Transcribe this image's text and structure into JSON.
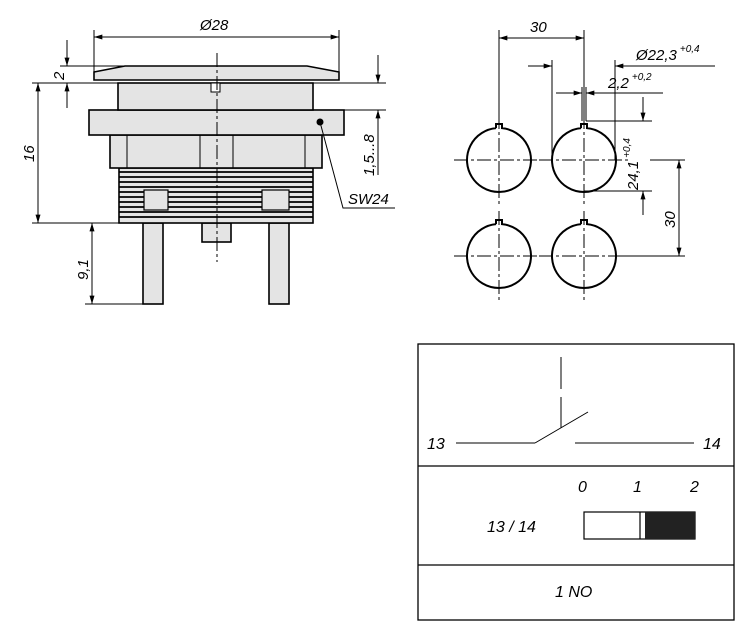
{
  "side_view": {
    "dim_diameter": "Ø28",
    "dim_cap_height": "2",
    "dim_body_height": "16",
    "dim_pin_length": "9,1",
    "dim_panel_thickness": "1,5...8",
    "wrench_size": "SW24"
  },
  "panel_cutout": {
    "dim_spacing_horizontal": "30",
    "dim_hole_diameter": "Ø22,3",
    "dim_hole_diameter_tol": "+0,4",
    "dim_keyway_width": "2,2",
    "dim_keyway_width_tol": "+0,2",
    "dim_keyway_depth": "24,1",
    "dim_keyway_depth_tol": "+0,4",
    "dim_spacing_vertical": "30"
  },
  "contact_table": {
    "terminal_left": "13",
    "terminal_right": "14",
    "positions": [
      "0",
      "1",
      "2"
    ],
    "contact_label": "13 / 14",
    "contact_type": "1 NO",
    "bar_closed_color": "#222222"
  }
}
